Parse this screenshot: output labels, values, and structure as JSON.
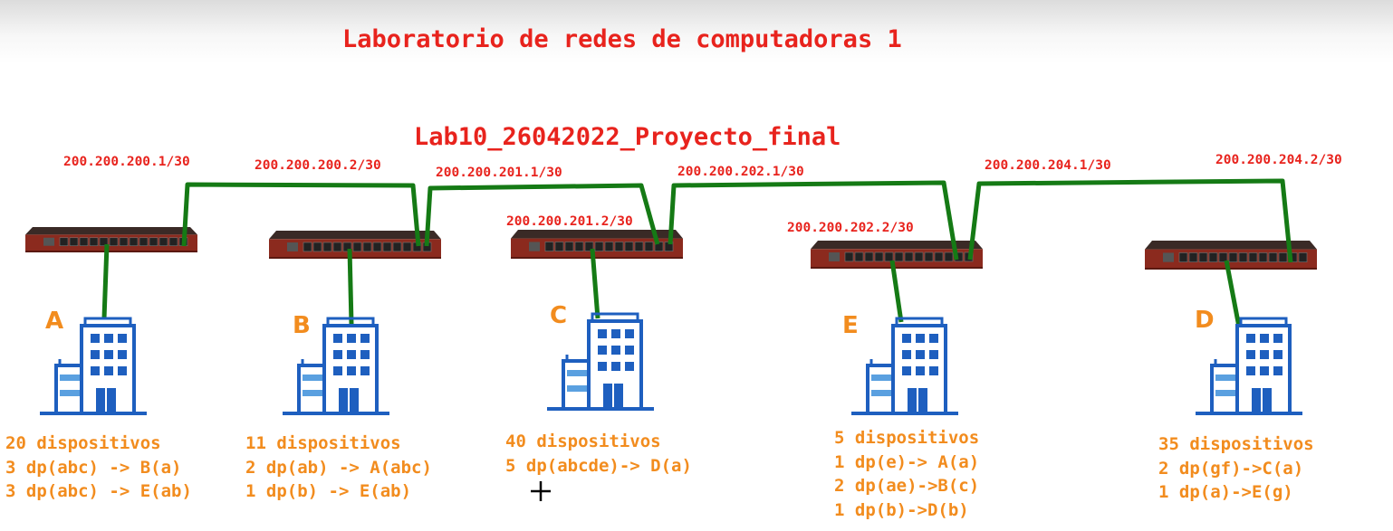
{
  "header": {
    "title": "Laboratorio de redes de computadoras 1",
    "subtitle": "Lab10_26042022_Proyecto_final"
  },
  "links": [
    {
      "a_ip": "200.200.200.1/30",
      "b_ip": "200.200.200.2/30"
    },
    {
      "a_ip": "200.200.201.1/30",
      "b_ip": "200.200.201.2/30"
    },
    {
      "a_ip": "200.200.202.1/30",
      "b_ip": "200.200.202.2/30"
    },
    {
      "a_ip": "200.200.204.1/30",
      "b_ip": "200.200.204.2/30"
    }
  ],
  "sites": [
    {
      "letter": "A",
      "lines": [
        "20 dispositivos",
        "3 dp(abc) -> B(a)",
        "3 dp(abc) -> E(ab)"
      ]
    },
    {
      "letter": "B",
      "lines": [
        "11 dispositivos",
        "2 dp(ab) -> A(abc)",
        "1 dp(b) -> E(ab)"
      ]
    },
    {
      "letter": "C",
      "lines": [
        "40 dispositivos",
        "5 dp(abcde)-> D(a)"
      ]
    },
    {
      "letter": "E",
      "lines": [
        "5 dispositivos",
        "1 dp(e)-> A(a)",
        "2 dp(ae)->B(c)",
        "1 dp(b)->D(b)"
      ]
    },
    {
      "letter": "D",
      "lines": [
        "35 dispositivos",
        "2 dp(gf)->C(a)",
        "1 dp(a)->E(g)"
      ]
    }
  ],
  "colors": {
    "title": "#e8231d",
    "site_text": "#f28c1e",
    "cable": "#157a15",
    "building": "#1e5fbf",
    "router": "#8b2a1e"
  },
  "icons": {
    "router": "router-icon",
    "building": "building-icon",
    "cursor": "crosshair-cursor-icon"
  }
}
